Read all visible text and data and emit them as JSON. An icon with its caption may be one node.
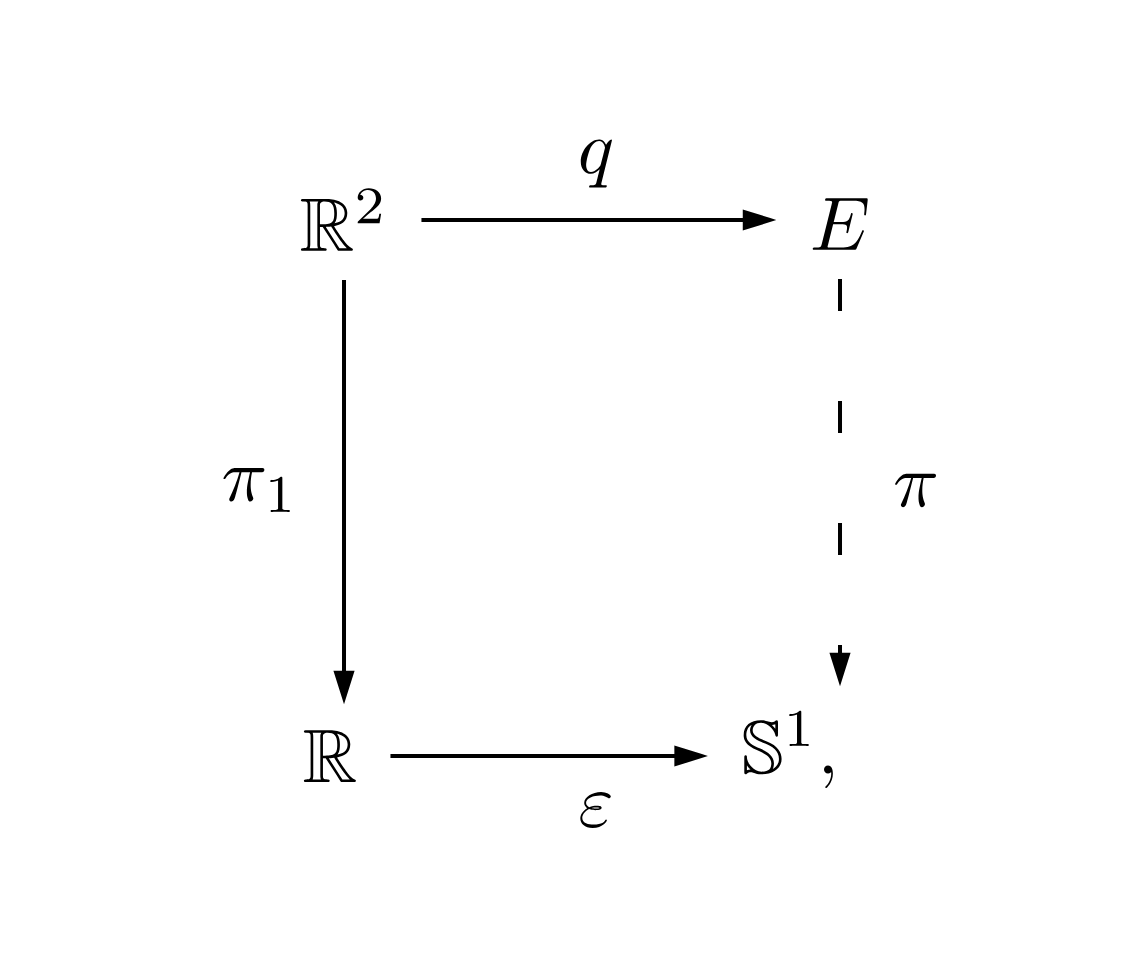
{
  "diagram": {
    "nodes": [
      {
        "text": [
          "\\mathbb{R}^2"
        ]
      },
      {
        "text": [
          "E"
        ]
      },
      {
        "text": [
          "\\mathbb{R}"
        ]
      },
      {
        "text": [
          "\\mathbb{S}^1,"
        ]
      }
    ],
    "edges": [
      {
        "from": 0,
        "to": 1,
        "arrow": "to",
        "label": "q"
      },
      {
        "from": 0,
        "to": 2,
        "arrow": "to",
        "label": "\\pi_1"
      },
      {
        "from": 1,
        "to": 3,
        "arrow": "to",
        "label": "\\pi",
        "style": "dashed"
      },
      {
        "from": 2,
        "to": 3,
        "arrow": "to",
        "label": "\\varepsilon"
      }
    ]
  }
}
